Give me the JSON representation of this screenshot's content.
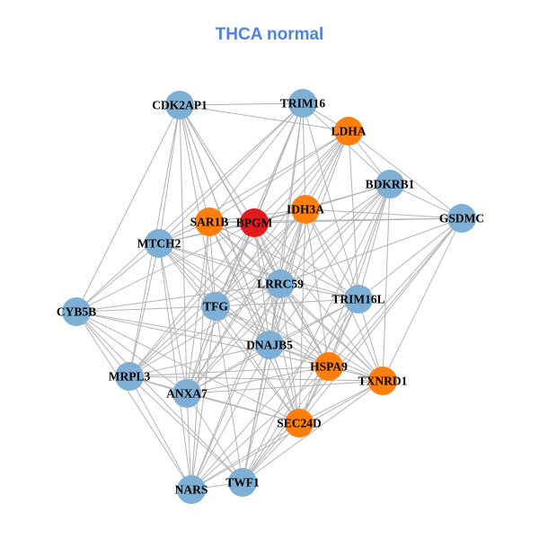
{
  "title": "THCA normal",
  "colors": {
    "background": "#ffffff",
    "title": "#4f81e0",
    "edge": "#b4b4b4",
    "node_blue": "#7eb0d5",
    "node_orange": "#ff7f0e",
    "node_red": "#e31a1c"
  },
  "nodes": [
    {
      "id": "CDK2AP1",
      "label": "CDK2AP1",
      "color": "#7eb0d5"
    },
    {
      "id": "TRIM16",
      "label": "TRIM16",
      "color": "#7eb0d5"
    },
    {
      "id": "LDHA",
      "label": "LDHA",
      "color": "#ff7f0e"
    },
    {
      "id": "BDKRB1",
      "label": "BDKRB1",
      "color": "#7eb0d5"
    },
    {
      "id": "GSDMC",
      "label": "GSDMC",
      "color": "#7eb0d5"
    },
    {
      "id": "IDH3A",
      "label": "IDH3A",
      "color": "#ff7f0e"
    },
    {
      "id": "BPGM",
      "label": "BPGM",
      "color": "#e31a1c"
    },
    {
      "id": "SAR1B",
      "label": "SAR1B",
      "color": "#ff7f0e"
    },
    {
      "id": "MTCH2",
      "label": "MTCH2",
      "color": "#7eb0d5"
    },
    {
      "id": "LRRC59",
      "label": "LRRC59",
      "color": "#7eb0d5"
    },
    {
      "id": "TRIM16L",
      "label": "TRIM16L",
      "color": "#7eb0d5"
    },
    {
      "id": "CYB5B",
      "label": "CYB5B",
      "color": "#7eb0d5"
    },
    {
      "id": "TFG",
      "label": "TFG",
      "color": "#7eb0d5"
    },
    {
      "id": "DNAJB5",
      "label": "DNAJB5",
      "color": "#7eb0d5"
    },
    {
      "id": "HSPA9",
      "label": "HSPA9",
      "color": "#ff7f0e"
    },
    {
      "id": "TXNRD1",
      "label": "TXNRD1",
      "color": "#ff7f0e"
    },
    {
      "id": "MRPL3",
      "label": "MRPL3",
      "color": "#7eb0d5"
    },
    {
      "id": "ANXA7",
      "label": "ANXA7",
      "color": "#7eb0d5"
    },
    {
      "id": "SEC24D",
      "label": "SEC24D",
      "color": "#ff7f0e"
    },
    {
      "id": "NARS",
      "label": "NARS",
      "color": "#7eb0d5"
    },
    {
      "id": "TWF1",
      "label": "TWF1",
      "color": "#7eb0d5"
    }
  ],
  "edges": [
    [
      "CDK2AP1",
      "TRIM16"
    ],
    [
      "CDK2AP1",
      "LDHA"
    ],
    [
      "CDK2AP1",
      "MTCH2"
    ],
    [
      "CDK2AP1",
      "SAR1B"
    ],
    [
      "CDK2AP1",
      "BPGM"
    ],
    [
      "CDK2AP1",
      "CYB5B"
    ],
    [
      "CDK2AP1",
      "TFG"
    ],
    [
      "CDK2AP1",
      "LRRC59"
    ],
    [
      "CDK2AP1",
      "DNAJB5"
    ],
    [
      "CDK2AP1",
      "ANXA7"
    ],
    [
      "CDK2AP1",
      "MRPL3"
    ],
    [
      "CDK2AP1",
      "HSPA9"
    ],
    [
      "CDK2AP1",
      "SEC24D"
    ],
    [
      "TRIM16",
      "LDHA"
    ],
    [
      "TRIM16",
      "BDKRB1"
    ],
    [
      "TRIM16",
      "IDH3A"
    ],
    [
      "TRIM16",
      "BPGM"
    ],
    [
      "TRIM16",
      "SAR1B"
    ],
    [
      "TRIM16",
      "MTCH2"
    ],
    [
      "TRIM16",
      "LRRC59"
    ],
    [
      "TRIM16",
      "TFG"
    ],
    [
      "TRIM16",
      "DNAJB5"
    ],
    [
      "TRIM16",
      "TRIM16L"
    ],
    [
      "TRIM16",
      "CYB5B"
    ],
    [
      "TRIM16",
      "ANXA7"
    ],
    [
      "LDHA",
      "BDKRB1"
    ],
    [
      "LDHA",
      "IDH3A"
    ],
    [
      "LDHA",
      "BPGM"
    ],
    [
      "LDHA",
      "SAR1B"
    ],
    [
      "LDHA",
      "MTCH2"
    ],
    [
      "LDHA",
      "LRRC59"
    ],
    [
      "LDHA",
      "TFG"
    ],
    [
      "LDHA",
      "DNAJB5"
    ],
    [
      "LDHA",
      "TRIM16L"
    ],
    [
      "LDHA",
      "ANXA7"
    ],
    [
      "LDHA",
      "MRPL3"
    ],
    [
      "LDHA",
      "GSDMC"
    ],
    [
      "BDKRB1",
      "GSDMC"
    ],
    [
      "BDKRB1",
      "IDH3A"
    ],
    [
      "BDKRB1",
      "BPGM"
    ],
    [
      "BDKRB1",
      "LRRC59"
    ],
    [
      "BDKRB1",
      "TRIM16L"
    ],
    [
      "BDKRB1",
      "TFG"
    ],
    [
      "BDKRB1",
      "DNAJB5"
    ],
    [
      "BDKRB1",
      "HSPA9"
    ],
    [
      "BDKRB1",
      "TXNRD1"
    ],
    [
      "BDKRB1",
      "SEC24D"
    ],
    [
      "BDKRB1",
      "ANXA7"
    ],
    [
      "BDKRB1",
      "TWF1"
    ],
    [
      "GSDMC",
      "IDH3A"
    ],
    [
      "GSDMC",
      "SAR1B"
    ],
    [
      "GSDMC",
      "BPGM"
    ],
    [
      "GSDMC",
      "TRIM16L"
    ],
    [
      "GSDMC",
      "LRRC59"
    ],
    [
      "GSDMC",
      "HSPA9"
    ],
    [
      "GSDMC",
      "TXNRD1"
    ],
    [
      "GSDMC",
      "SEC24D"
    ],
    [
      "GSDMC",
      "TWF1"
    ],
    [
      "IDH3A",
      "BPGM"
    ],
    [
      "IDH3A",
      "SAR1B"
    ],
    [
      "IDH3A",
      "MTCH2"
    ],
    [
      "IDH3A",
      "LRRC59"
    ],
    [
      "IDH3A",
      "TFG"
    ],
    [
      "IDH3A",
      "DNAJB5"
    ],
    [
      "IDH3A",
      "TRIM16L"
    ],
    [
      "IDH3A",
      "HSPA9"
    ],
    [
      "IDH3A",
      "ANXA7"
    ],
    [
      "IDH3A",
      "MRPL3"
    ],
    [
      "IDH3A",
      "NARS"
    ],
    [
      "IDH3A",
      "TWF1"
    ],
    [
      "IDH3A",
      "SEC24D"
    ],
    [
      "IDH3A",
      "TXNRD1"
    ],
    [
      "BPGM",
      "SAR1B"
    ],
    [
      "BPGM",
      "MTCH2"
    ],
    [
      "BPGM",
      "LRRC59"
    ],
    [
      "BPGM",
      "TFG"
    ],
    [
      "BPGM",
      "DNAJB5"
    ],
    [
      "BPGM",
      "HSPA9"
    ],
    [
      "BPGM",
      "TXNRD1"
    ],
    [
      "BPGM",
      "ANXA7"
    ],
    [
      "BPGM",
      "MRPL3"
    ],
    [
      "BPGM",
      "CYB5B"
    ],
    [
      "BPGM",
      "SEC24D"
    ],
    [
      "BPGM",
      "TRIM16L"
    ],
    [
      "SAR1B",
      "MTCH2"
    ],
    [
      "SAR1B",
      "LRRC59"
    ],
    [
      "SAR1B",
      "TFG"
    ],
    [
      "SAR1B",
      "DNAJB5"
    ],
    [
      "SAR1B",
      "HSPA9"
    ],
    [
      "SAR1B",
      "TRIM16L"
    ],
    [
      "SAR1B",
      "ANXA7"
    ],
    [
      "SAR1B",
      "SEC24D"
    ],
    [
      "SAR1B",
      "NARS"
    ],
    [
      "SAR1B",
      "TXNRD1"
    ],
    [
      "MTCH2",
      "CYB5B"
    ],
    [
      "MTCH2",
      "LRRC59"
    ],
    [
      "MTCH2",
      "TFG"
    ],
    [
      "MTCH2",
      "DNAJB5"
    ],
    [
      "MTCH2",
      "MRPL3"
    ],
    [
      "MTCH2",
      "ANXA7"
    ],
    [
      "MTCH2",
      "HSPA9"
    ],
    [
      "MTCH2",
      "SEC24D"
    ],
    [
      "MTCH2",
      "NARS"
    ],
    [
      "MTCH2",
      "TXNRD1"
    ],
    [
      "MTCH2",
      "TRIM16L"
    ],
    [
      "LRRC59",
      "TFG"
    ],
    [
      "LRRC59",
      "DNAJB5"
    ],
    [
      "LRRC59",
      "TRIM16L"
    ],
    [
      "LRRC59",
      "HSPA9"
    ],
    [
      "LRRC59",
      "TXNRD1"
    ],
    [
      "LRRC59",
      "CYB5B"
    ],
    [
      "LRRC59",
      "MRPL3"
    ],
    [
      "LRRC59",
      "ANXA7"
    ],
    [
      "LRRC59",
      "SEC24D"
    ],
    [
      "LRRC59",
      "NARS"
    ],
    [
      "LRRC59",
      "TWF1"
    ],
    [
      "TRIM16L",
      "TFG"
    ],
    [
      "TRIM16L",
      "DNAJB5"
    ],
    [
      "TRIM16L",
      "HSPA9"
    ],
    [
      "TRIM16L",
      "TXNRD1"
    ],
    [
      "TRIM16L",
      "SEC24D"
    ],
    [
      "TRIM16L",
      "ANXA7"
    ],
    [
      "TRIM16L",
      "TWF1"
    ],
    [
      "TRIM16L",
      "NARS"
    ],
    [
      "CYB5B",
      "TFG"
    ],
    [
      "CYB5B",
      "MRPL3"
    ],
    [
      "CYB5B",
      "ANXA7"
    ],
    [
      "CYB5B",
      "DNAJB5"
    ],
    [
      "CYB5B",
      "NARS"
    ],
    [
      "CYB5B",
      "TWF1"
    ],
    [
      "CYB5B",
      "HSPA9"
    ],
    [
      "CYB5B",
      "SEC24D"
    ],
    [
      "TFG",
      "DNAJB5"
    ],
    [
      "TFG",
      "HSPA9"
    ],
    [
      "TFG",
      "MRPL3"
    ],
    [
      "TFG",
      "ANXA7"
    ],
    [
      "TFG",
      "SEC24D"
    ],
    [
      "TFG",
      "NARS"
    ],
    [
      "TFG",
      "TWF1"
    ],
    [
      "TFG",
      "TXNRD1"
    ],
    [
      "DNAJB5",
      "HSPA9"
    ],
    [
      "DNAJB5",
      "TXNRD1"
    ],
    [
      "DNAJB5",
      "MRPL3"
    ],
    [
      "DNAJB5",
      "ANXA7"
    ],
    [
      "DNAJB5",
      "SEC24D"
    ],
    [
      "DNAJB5",
      "NARS"
    ],
    [
      "DNAJB5",
      "TWF1"
    ],
    [
      "HSPA9",
      "TXNRD1"
    ],
    [
      "HSPA9",
      "SEC24D"
    ],
    [
      "HSPA9",
      "ANXA7"
    ],
    [
      "HSPA9",
      "MRPL3"
    ],
    [
      "HSPA9",
      "NARS"
    ],
    [
      "HSPA9",
      "TWF1"
    ],
    [
      "TXNRD1",
      "SEC24D"
    ],
    [
      "TXNRD1",
      "ANXA7"
    ],
    [
      "TXNRD1",
      "TWF1"
    ],
    [
      "TXNRD1",
      "NARS"
    ],
    [
      "TXNRD1",
      "MRPL3"
    ],
    [
      "MRPL3",
      "ANXA7"
    ],
    [
      "MRPL3",
      "NARS"
    ],
    [
      "MRPL3",
      "TWF1"
    ],
    [
      "MRPL3",
      "SEC24D"
    ],
    [
      "ANXA7",
      "SEC24D"
    ],
    [
      "ANXA7",
      "NARS"
    ],
    [
      "ANXA7",
      "TWF1"
    ],
    [
      "SEC24D",
      "NARS"
    ],
    [
      "SEC24D",
      "TWF1"
    ],
    [
      "NARS",
      "TWF1"
    ]
  ]
}
